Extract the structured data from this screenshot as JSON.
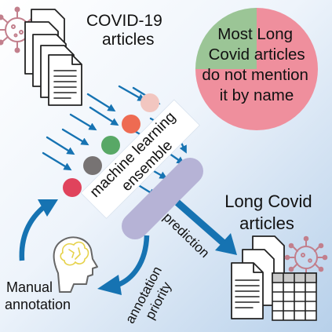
{
  "labels": {
    "covid_articles_line1": "COVID-19",
    "covid_articles_line2": "articles",
    "long_covid_line1": "Long Covid",
    "long_covid_line2": "articles",
    "ml_line1": "machine learning",
    "ml_line2": "ensemble",
    "prediction": "prediction",
    "annotation": "annotation",
    "priority": "priority",
    "manual_line1": "Manual",
    "manual_line2": "annotation"
  },
  "pie": {
    "text_lines": [
      "Most Long",
      "Covid articles",
      "do not mention",
      "it by name"
    ],
    "share_not_mentioned": 0.75,
    "colors": {
      "not_mentioned": "#ef8f9d",
      "mentioned": "#9bc596"
    }
  },
  "model_dot_colors": [
    "#e0435c",
    "#777373",
    "#58a866",
    "#ee6b52",
    "#f2c6c0"
  ],
  "colors": {
    "arrow_blue": "#1673b2",
    "bar_purple": "#b6b3d6",
    "virus_pink": "#c27f8c",
    "background_top": "#ffffff",
    "background_bottom": "#b9d2eb"
  },
  "icons": [
    "virus-icon",
    "document-stack-icon",
    "brain-head-icon",
    "table-icon"
  ]
}
